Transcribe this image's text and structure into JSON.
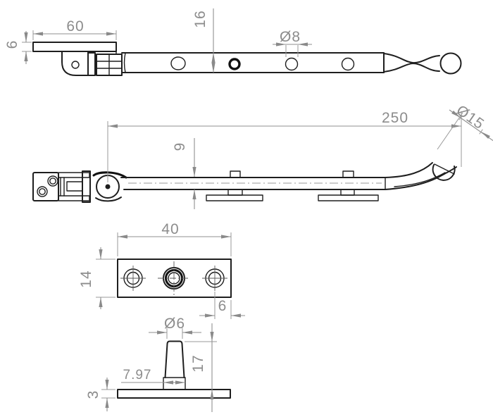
{
  "drawing": {
    "type": "technical-drawing",
    "subject": "pear drop casement window stay with keeper plate and pin",
    "colors": {
      "background": "#ffffff",
      "outline": "#1e1e1e",
      "dimension": "#8c8c8c"
    },
    "dims": {
      "top": {
        "plate_length": "60",
        "plate_thickness": "6",
        "bar_width": "16",
        "hole_dia": "Ø8"
      },
      "side": {
        "stay_length": "250",
        "bar_height": "9",
        "knob_dia": "Ø15"
      },
      "plate": {
        "length": "40",
        "width": "14",
        "hole_edge": "6"
      },
      "pin": {
        "tip_dia": "Ø6",
        "height": "17",
        "base_width": "7.97",
        "base_plate_thickness": "3"
      }
    }
  }
}
